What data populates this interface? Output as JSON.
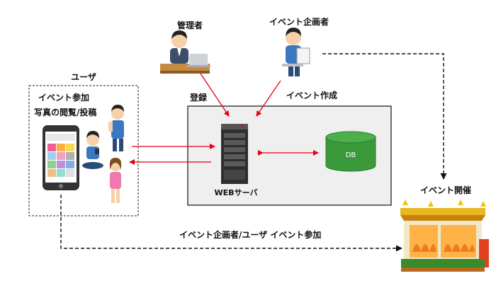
{
  "actors": {
    "admin": "管理者",
    "organizer": "イベント企画者",
    "user": "ユーザ"
  },
  "user_box": {
    "line1": "イベント参加",
    "line2": "写真の閲覧/投稿"
  },
  "flows": {
    "register": "登録",
    "create_event": "イベント作成",
    "bottom": "イベント企画者/ユーザ イベント参加"
  },
  "server": {
    "label": "WEBサーバ",
    "db": "DB"
  },
  "event": {
    "label": "イベント開催"
  },
  "colors": {
    "arrow_red": "#e60012",
    "db_green": "#3a9a3a",
    "server_bg": "#efefef"
  }
}
